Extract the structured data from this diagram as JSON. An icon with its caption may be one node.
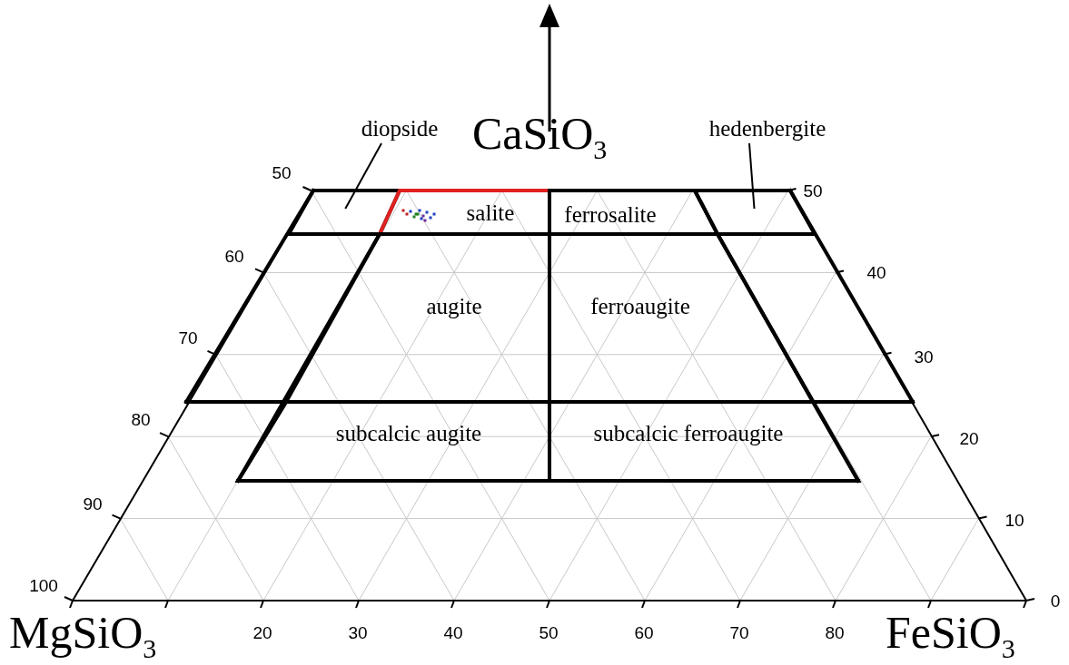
{
  "diagram": {
    "nodes": [
      {
        "text": [
          "diopside"
        ]
      },
      {
        "text": [
          "hedenbergite"
        ]
      },
      {
        "text": [],
        "shape": "box"
      },
      {
        "text": [
          "salite"
        ]
      },
      {
        "text": [
          "ferrosalite"
        ]
      },
      {
        "text": [],
        "shape": "box"
      },
      {
        "text": [
          "augite"
        ]
      },
      {
        "text": [
          "ferroaugite"
        ]
      },
      {
        "text": [
          "subcalcic augite"
        ]
      },
      {
        "text": [
          "subcalcic ferroaugite"
        ]
      }
    ],
    "edges": [
      {
        "from": 0,
        "to": 2,
        "arrow": "none"
      },
      {
        "from": 1,
        "to": 5,
        "arrow": "none"
      }
    ],
    "labels": [
      "CaSiO$_{3}$",
      "50",
      "50",
      "60",
      "40",
      "70",
      "30",
      "80",
      "20",
      "90",
      "10",
      "100",
      "0",
      "MgSiO$_{3}$",
      "20",
      "30",
      "40",
      "50",
      "60",
      "70",
      "80",
      "FeSiO$_{3}$"
    ]
  }
}
